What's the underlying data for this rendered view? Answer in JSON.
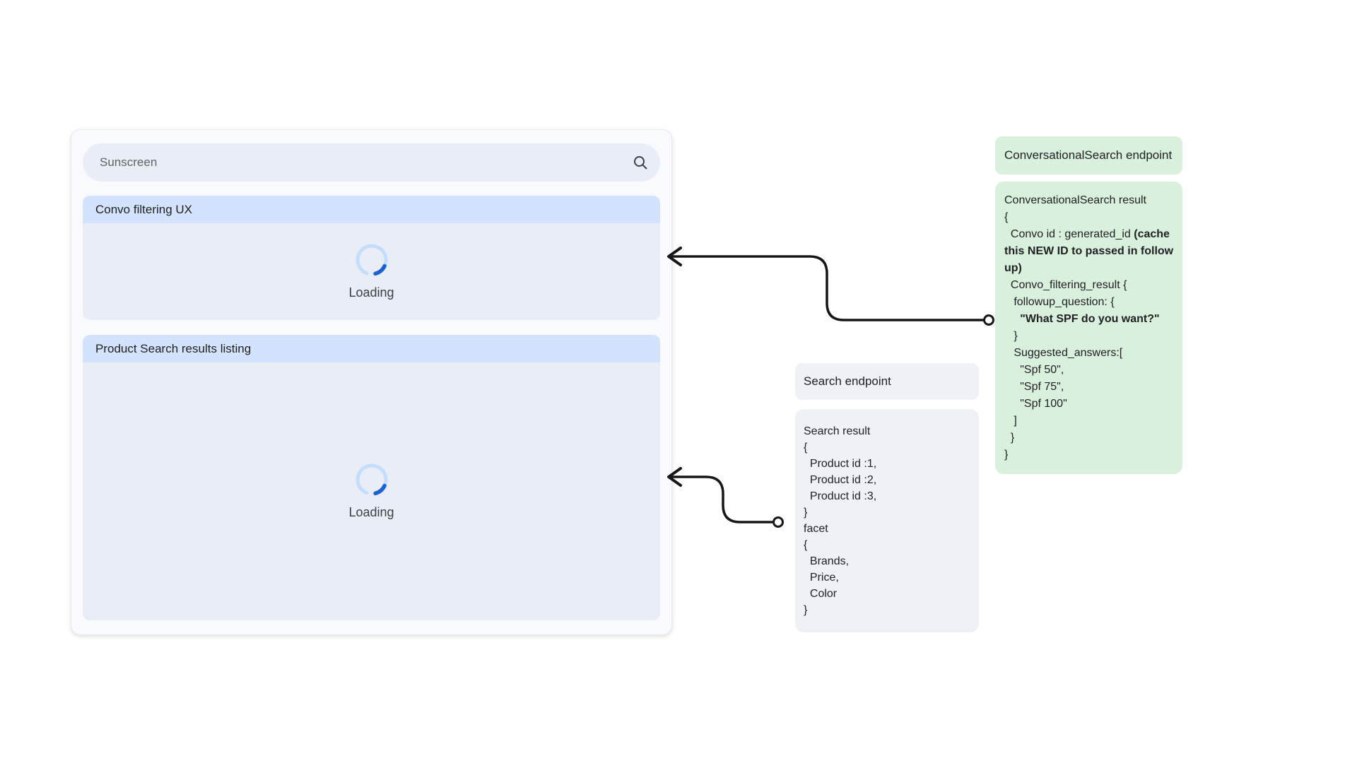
{
  "panel": {
    "search": {
      "value": "Sunscreen"
    },
    "sections": [
      {
        "title": "Convo filtering UX",
        "loading": "Loading"
      },
      {
        "title": "Product Search results listing",
        "loading": "Loading"
      }
    ]
  },
  "callouts": {
    "convo_endpoint_title": "ConversationalSearch endpoint",
    "convo_result": {
      "lines": [
        {
          "parts": [
            {
              "t": "ConversationalSearch result"
            }
          ]
        },
        {
          "parts": [
            {
              "t": "{"
            }
          ]
        },
        {
          "parts": [
            {
              "t": "  Convo id : generated_id "
            },
            {
              "t": "(cache",
              "b": true
            }
          ]
        },
        {
          "parts": [
            {
              "t": "this NEW ID to passed in follow",
              "b": true
            }
          ]
        },
        {
          "parts": [
            {
              "t": "up)",
              "b": true
            }
          ]
        },
        {
          "parts": [
            {
              "t": "  Convo_filtering_result {"
            }
          ]
        },
        {
          "parts": [
            {
              "t": "   followup_question: {"
            }
          ]
        },
        {
          "parts": [
            {
              "t": "     \"What SPF do you want?\"",
              "b": true
            }
          ]
        },
        {
          "parts": [
            {
              "t": "   }"
            }
          ]
        },
        {
          "parts": [
            {
              "t": "   Suggested_answers:["
            }
          ]
        },
        {
          "parts": [
            {
              "t": "     \"Spf 50\","
            }
          ]
        },
        {
          "parts": [
            {
              "t": "     \"Spf 75\","
            }
          ]
        },
        {
          "parts": [
            {
              "t": "     \"Spf 100\""
            }
          ]
        },
        {
          "parts": [
            {
              "t": "   ]"
            }
          ]
        },
        {
          "parts": [
            {
              "t": "  }"
            }
          ]
        },
        {
          "parts": [
            {
              "t": "}"
            }
          ]
        }
      ]
    },
    "search_endpoint_title": "Search endpoint",
    "search_result": {
      "lines": [
        {
          "parts": [
            {
              "t": "Search result"
            }
          ]
        },
        {
          "parts": [
            {
              "t": "{"
            }
          ]
        },
        {
          "parts": [
            {
              "t": "  Product id :1,"
            }
          ]
        },
        {
          "parts": [
            {
              "t": "  Product id :2,"
            }
          ]
        },
        {
          "parts": [
            {
              "t": "  Product id :3,"
            }
          ]
        },
        {
          "parts": [
            {
              "t": "}"
            }
          ]
        },
        {
          "parts": [
            {
              "t": "facet"
            }
          ]
        },
        {
          "parts": [
            {
              "t": "{"
            }
          ]
        },
        {
          "parts": [
            {
              "t": "  Brands,"
            }
          ]
        },
        {
          "parts": [
            {
              "t": "  Price,"
            }
          ]
        },
        {
          "parts": [
            {
              "t": "  Color"
            }
          ]
        },
        {
          "parts": [
            {
              "t": "}"
            }
          ]
        }
      ]
    }
  },
  "colors": {
    "section_header_bg": "#d3e3fd",
    "section_body_bg": "#e9eef6",
    "panel_bg": "#f8fafd",
    "green_box_bg": "#d9f0dc",
    "gray_box_bg": "#eef1f6",
    "spinner_light": "#c3ddfb",
    "spinner_dark": "#1a63d2",
    "connector": "#161616"
  }
}
